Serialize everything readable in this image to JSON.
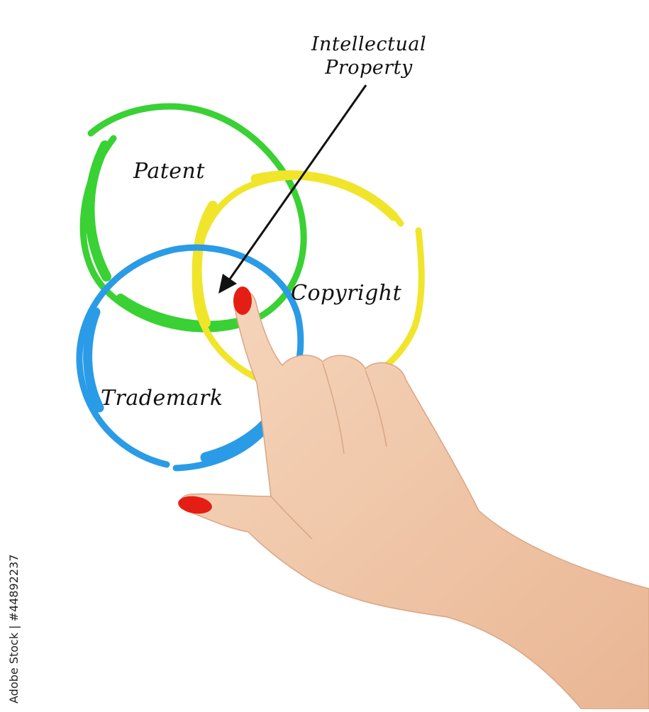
{
  "diagram": {
    "title": "Intellectual\nProperty",
    "circles": [
      {
        "label": "Patent",
        "color": "#39d133"
      },
      {
        "label": "Copyright",
        "color": "#f0e52a"
      },
      {
        "label": "Trademark",
        "color": "#2a9be6"
      }
    ]
  },
  "stock_id": "Adobe Stock | #44892237",
  "colors": {
    "background": "#ffffff",
    "arrow": "#111111",
    "skin": "#f2c8a8",
    "nail": "#e41e14"
  }
}
